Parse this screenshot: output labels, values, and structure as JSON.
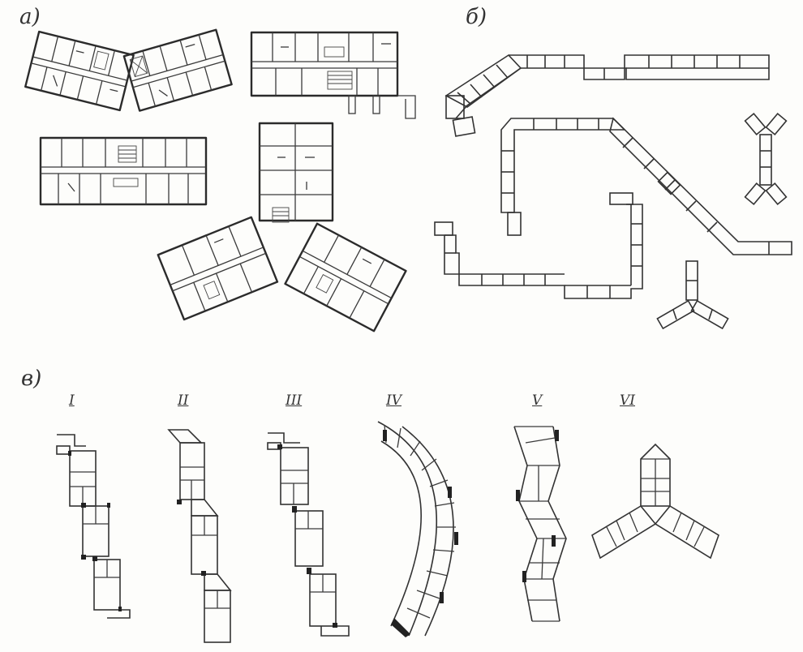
{
  "labels": {
    "a": "а)",
    "b": "б)",
    "v": "в)"
  },
  "variants": [
    "I",
    "II",
    "III",
    "IV",
    "V",
    "VI"
  ]
}
